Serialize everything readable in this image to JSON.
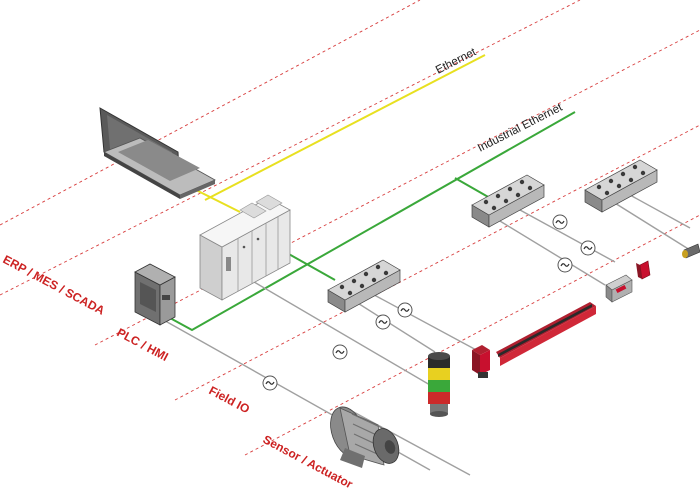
{
  "networks": {
    "ethernet": {
      "label": "Ethernet",
      "color": "#e8e020"
    },
    "industrial_ethernet": {
      "label": "Industrial Ethernet",
      "color": "#3aa83a"
    }
  },
  "levels": [
    {
      "key": "erp",
      "label": "ERP / MES / SCADA"
    },
    {
      "key": "plc",
      "label": "PLC / HMI"
    },
    {
      "key": "field_io",
      "label": "Field IO"
    },
    {
      "key": "sensor",
      "label": "Sensor / Actuator"
    }
  ],
  "colors": {
    "level_line": "#d84040",
    "level_text": "#cc2222",
    "cable": "#9a9a9a",
    "device_light": "#f0f0f0",
    "device_dark": "#606060",
    "accent_red": "#c8102e"
  },
  "icons": [
    "laptop-icon",
    "plc-rack-icon",
    "hmi-panel-icon",
    "io-module-icon",
    "signal-tower-icon",
    "motor-icon",
    "light-curtain-icon",
    "sensor-icon",
    "connector-icon"
  ]
}
